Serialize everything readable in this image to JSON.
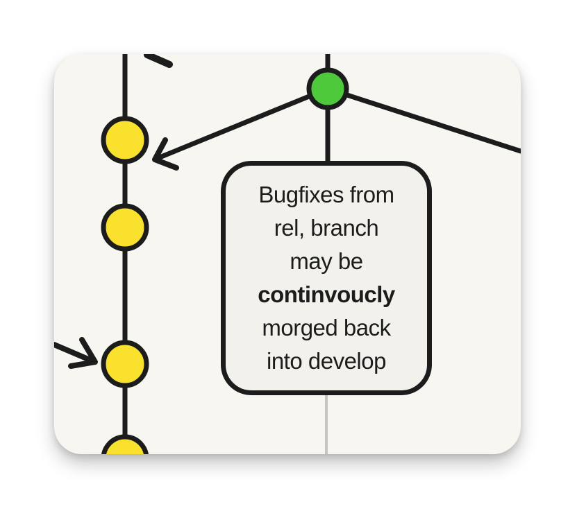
{
  "diagram": {
    "type": "git-flow-fragment",
    "branch_commit_count": 4,
    "annotation": {
      "lines": [
        "Bugfixes from",
        "rel, branch",
        "may be",
        "continvoucly",
        "morged back",
        "into develop"
      ],
      "emphasized_word": "continvoucly"
    }
  },
  "colors": {
    "stroke": "#1c1c1c",
    "commit_node": "#f9e12e",
    "merge_node": "#4ec93b",
    "faded_connector": "#c6c4bf",
    "card_background": "#f8f6f1",
    "callout_background": "#f2f1ec"
  }
}
